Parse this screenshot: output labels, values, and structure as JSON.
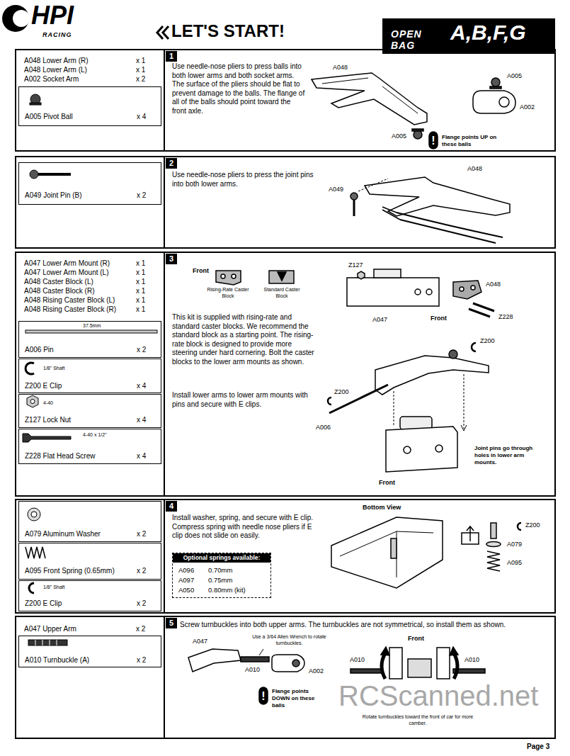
{
  "diagram": {
    "title": "LET'S START!",
    "nodes": [
      {
        "text": [
          "OPEN BAG",
          "A,B,F,G"
        ]
      },
      {
        "text": [
          "A048 Lower Arm (R)",
          "x 1",
          "A048 Lower Arm (L)",
          "x 1",
          "A002 Socket Arm",
          "x 2"
        ]
      },
      {
        "text": [
          "A005 Pivot Ball",
          "x 4"
        ],
        "in": 1
      },
      {
        "text": [
          "1",
          "Use needle-nose pliers to press balls into both lower arms and both socket arms. The surface of the pliers should be flat to prevent damage to the balls. The flange of all of the balls should point toward the front axle."
        ]
      },
      {
        "text": [
          "A049 Joint Pin (B)",
          "x 2"
        ]
      },
      {
        "text": [
          "2",
          "Use needle-nose pliers to press the joint pins into both lower arms."
        ]
      },
      {
        "text": [
          "A047 Lower Arm Mount (R)",
          "x 1",
          "A047 Lower Arm Mount (L)",
          "x 1",
          "A048 Caster Block (L)",
          "x 1",
          "A048 Caster Block (R)",
          "x 1",
          "A048 Rising Caster Block (L)",
          "x 1",
          "A048 Rising Caster Block (R)",
          "x 1"
        ]
      },
      {
        "text": [
          "37.5mm",
          "A006 Pin",
          "x 2"
        ],
        "in": 6
      },
      {
        "text": [
          "1/8\" Shaft",
          "Z200 E Clip",
          "x 4"
        ],
        "in": 6
      },
      {
        "text": [
          "4-40",
          "Z127 Lock Nut",
          "x 4"
        ],
        "in": 6
      },
      {
        "text": [
          "4-40 x 1/2\"",
          "Z228 Flat Head Screw",
          "x 4"
        ],
        "in": 6
      },
      {
        "text": [
          "3",
          "This kit is supplied with rising-rate and standard caster blocks. We recommend the standard block as a starting point. The rising-rate block is designed to provide more steering under hard cornering. Bolt the caster blocks to the lower arm mounts as shown.",
          "Install lower arms to lower arm mounts with pins and secure with E clips."
        ]
      },
      {
        "text": [
          "A079 Aluminum Washer",
          "x 2"
        ]
      },
      {
        "text": [
          "A095 Front Spring (0.65mm)",
          "x 2"
        ]
      },
      {
        "text": [
          "1/8\" Shaft",
          "Z200 E Clip",
          "x 2"
        ]
      },
      {
        "text": [
          "4",
          "Install washer, spring, and secure with E clip. Compress spring with needle nose pliers if E clip does not slide on easily."
        ]
      },
      {
        "text": [
          "Optional springs available:",
          "A096",
          "0.70mm",
          "A097",
          "0.75mm",
          "A050",
          "0.80mm (kit)"
        ],
        "in": 15
      },
      {
        "text": [
          "A047 Upper Arm",
          "x 2"
        ]
      },
      {
        "text": [
          "A010 Turnbuckle (A)",
          "x 2"
        ],
        "in": 17
      },
      {
        "text": [
          "5",
          "Screw turnbuckles into both upper arms. The turnbuckles are not symmetrical, so install them as shown."
        ]
      }
    ],
    "labels": [
      "HPI",
      "RACING",
      "A048",
      "A005",
      "A002",
      "A005",
      "!",
      "Flange points UP on these balls",
      "A048",
      "A049",
      "Front",
      "Rising-Rate Caster Block",
      "Standard Caster Block",
      "Z127",
      "A048",
      "Z228",
      "Front",
      "A047",
      "Z200",
      "Z200",
      "A006",
      "Joint pins go through holes in lower arm mounts.",
      "Front",
      "Bottom View",
      "Z200",
      "A079",
      "A095",
      "A047",
      "Use a 3/64 Allen Wrench to rotate turnbuckles.",
      "A010",
      "A002",
      "!",
      "Flange points DOWN on these balls",
      "Front",
      "A010",
      "A010",
      "Rotate turnbuckles toward the front of car for more camber.",
      "RCScanned.net",
      "Page 3"
    ]
  }
}
